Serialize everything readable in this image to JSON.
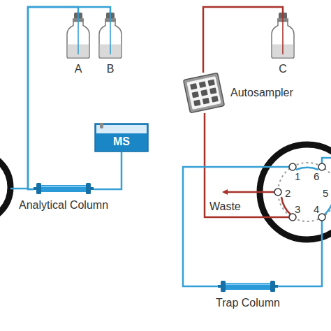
{
  "diagram": {
    "nodes": [
      {
        "text": [
          "A"
        ]
      },
      {
        "text": [
          "B"
        ]
      },
      {
        "text": [
          "C"
        ]
      },
      {
        "text": [
          "Autosampler"
        ]
      },
      {
        "text": [
          "MS"
        ]
      },
      {
        "text": [
          "Analytical Column"
        ]
      },
      {
        "text": [
          "Trap Column"
        ]
      }
    ],
    "edges": [
      {
        "from": 0,
        "to": 5,
        "arrow": "none"
      },
      {
        "from": 1,
        "to": 5,
        "arrow": "none"
      },
      {
        "from": 5,
        "to": 4,
        "arrow": "none"
      },
      {
        "from": 2,
        "to": 3,
        "arrow": "none"
      }
    ],
    "labels": [
      "Waste",
      "1",
      "2",
      "3",
      "4",
      "5",
      "6"
    ]
  }
}
